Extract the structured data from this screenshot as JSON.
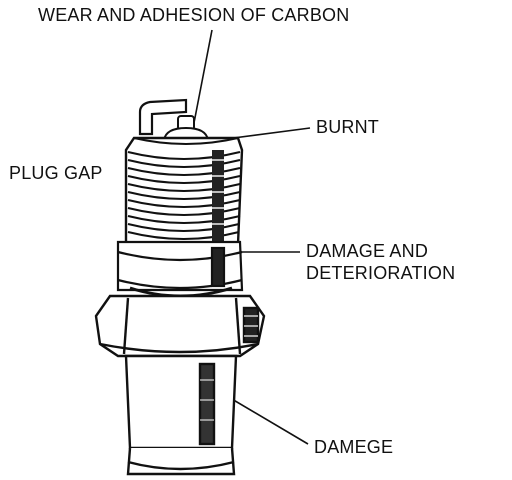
{
  "diagram": {
    "subject": "spark-plug",
    "labels": {
      "wear_adhesion": "WEAR AND ADHESION OF CARBON",
      "burnt": "BURNT",
      "plug_gap": "PLUG GAP",
      "damage_deterioration": [
        "DAMAGE AND",
        "DETERIORATION"
      ],
      "damege": "DAMEGE"
    },
    "colors": {
      "ink": "#111111",
      "background": "#ffffff"
    }
  }
}
